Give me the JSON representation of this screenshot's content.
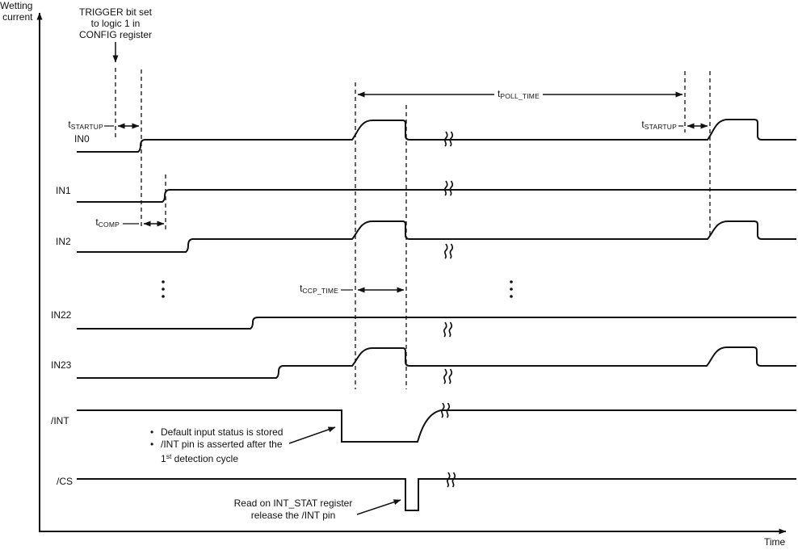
{
  "axes": {
    "y_label_line1": "Wetting",
    "y_label_line2": "current",
    "x_label": "Time"
  },
  "signals": [
    {
      "name": "IN0"
    },
    {
      "name": "IN1"
    },
    {
      "name": "IN2"
    },
    {
      "name": "IN22"
    },
    {
      "name": "IN23"
    },
    {
      "name": "/INT"
    },
    {
      "name": "/CS"
    }
  ],
  "timing": {
    "t_startup_1": {
      "base": "t",
      "sub": "STARTUP"
    },
    "t_comp": {
      "base": "t",
      "sub": "COMP"
    },
    "t_ccp_time": {
      "base": "t",
      "sub": "CCP_TIME"
    },
    "t_poll_time": {
      "base": "t",
      "sub": "POLL_TIME"
    },
    "t_startup_2": {
      "base": "t",
      "sub": "STARTUP"
    }
  },
  "annotations": {
    "trigger_note": {
      "line1": "TRIGGER bit set",
      "line2": "to logic 1 in",
      "line3": "CONFIG register"
    },
    "int_note": {
      "bullet_char": "•",
      "bullet1": "Default input status is stored",
      "bullet2": "/INT pin is asserted after the",
      "line3_pre": "1",
      "line3_sup": "st",
      "line3_post": " detection cycle"
    },
    "cs_note": {
      "line1": "Read on INT_STAT register",
      "line2": "release the /INT pin"
    }
  }
}
